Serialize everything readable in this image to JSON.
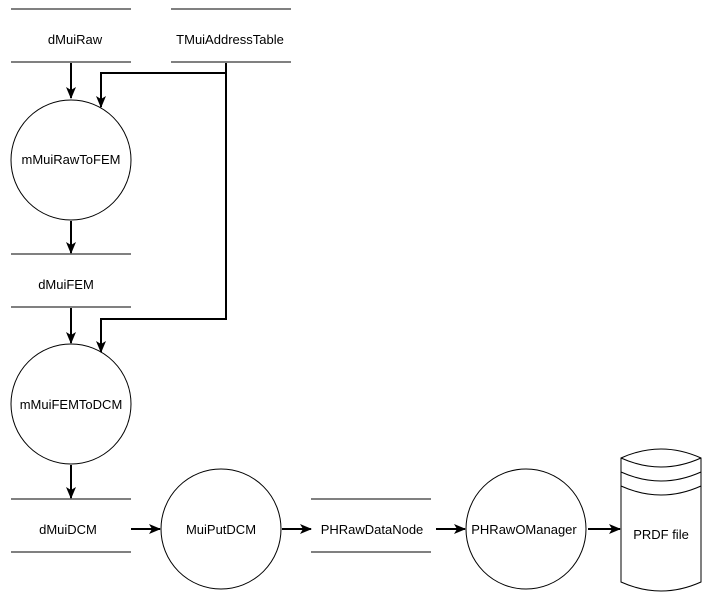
{
  "diagram": {
    "stores": {
      "dmuiraw": "dMuiRaw",
      "tmuiaddresstable": "TMuiAddressTable",
      "dmuifem": "dMuiFEM",
      "dmuidcm": "dMuiDCM",
      "phrawdatanode": "PHRawDataNode"
    },
    "processes": {
      "mmuirawtofem": "mMuiRawToFEM",
      "mmuifemtodcm": "mMuiFEMToDCM",
      "muiputdcm": "MuiPutDCM",
      "phrawomanager": "PHRawOManager"
    },
    "file": {
      "prdf": "PRDF file"
    }
  }
}
